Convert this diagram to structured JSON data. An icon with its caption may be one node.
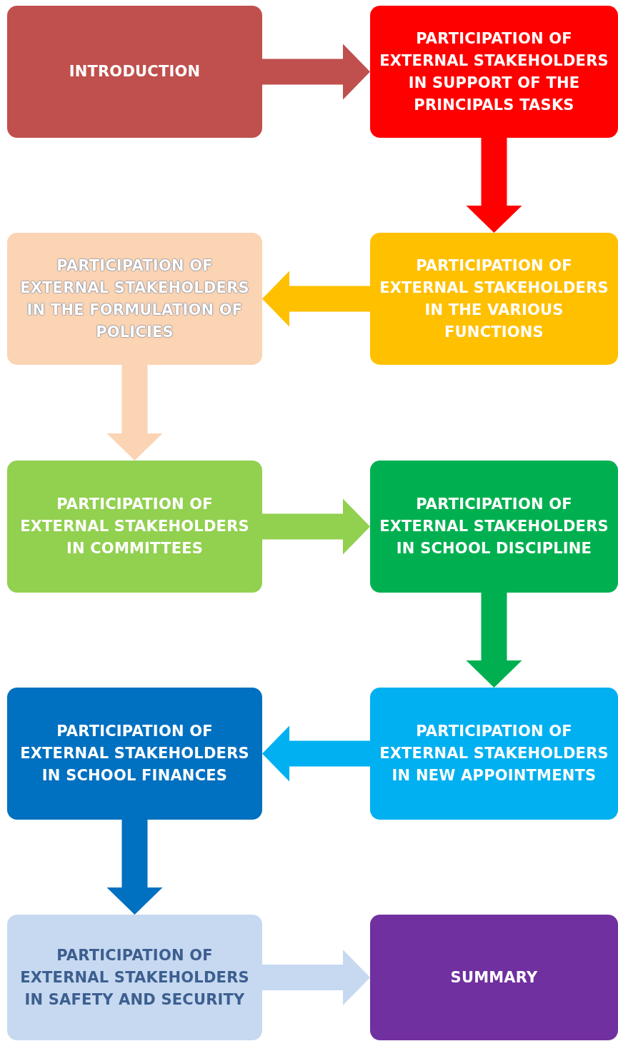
{
  "diagram": {
    "nodes": [
      {
        "text": [
          "INTRODUCTION"
        ]
      },
      {
        "text": [
          "PARTICIPATION OF EXTERNAL STAKEHOLDERS IN SUPPORT OF THE PRINCIPALS TASKS"
        ]
      },
      {
        "text": [
          "PARTICIPATION OF EXTERNAL STAKEHOLDERS IN THE FORMULATION OF POLICIES"
        ]
      },
      {
        "text": [
          "PARTICIPATION OF EXTERNAL STAKEHOLDERS IN THE VARIOUS FUNCTIONS"
        ]
      },
      {
        "text": [
          "PARTICIPATION OF EXTERNAL STAKEHOLDERS IN COMMITTEES"
        ]
      },
      {
        "text": [
          "PARTICIPATION OF EXTERNAL STAKEHOLDERS IN SCHOOL DISCIPLINE"
        ]
      },
      {
        "text": [
          "PARTICIPATION OF EXTERNAL STAKEHOLDERS IN SCHOOL FINANCES"
        ]
      },
      {
        "text": [
          "PARTICIPATION OF EXTERNAL STAKEHOLDERS IN NEW APPOINTMENTS"
        ]
      },
      {
        "text": [
          "PARTICIPATION OF EXTERNAL STAKEHOLDERS IN SAFETY AND SECURITY"
        ]
      },
      {
        "text": [
          "SUMMARY"
        ]
      }
    ],
    "edges": [
      {
        "from": 0,
        "to": 1,
        "arrow": "to",
        "color": "#c0504d"
      },
      {
        "from": 1,
        "to": 3,
        "arrow": "to",
        "color": "#ff0000"
      },
      {
        "from": 3,
        "to": 2,
        "arrow": "to",
        "color": "#ffc000"
      },
      {
        "from": 2,
        "to": 4,
        "arrow": "to",
        "color": "#fbd4b4"
      },
      {
        "from": 4,
        "to": 5,
        "arrow": "to",
        "color": "#92d050"
      },
      {
        "from": 5,
        "to": 7,
        "arrow": "to",
        "color": "#00b050"
      },
      {
        "from": 7,
        "to": 6,
        "arrow": "to",
        "color": "#00b0f0"
      },
      {
        "from": 6,
        "to": 8,
        "arrow": "to",
        "color": "#0070c0"
      },
      {
        "from": 8,
        "to": 9,
        "arrow": "to",
        "color": "#c6d9f1"
      }
    ]
  }
}
